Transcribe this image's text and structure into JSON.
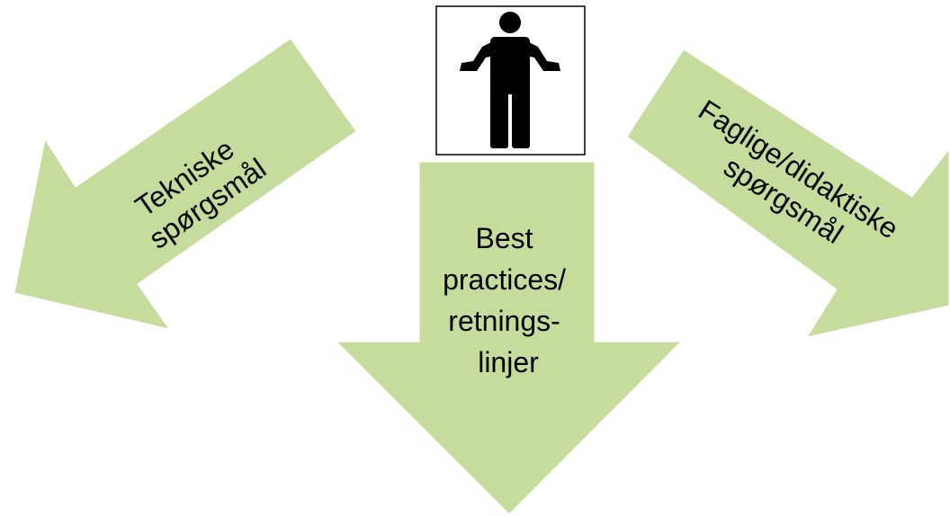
{
  "diagram": {
    "colors": {
      "arrow_fill": "#c5dc9d",
      "arrow_stroke": "#ffffff",
      "text": "#000000",
      "person": "#000000",
      "person_frame": "#000000"
    },
    "person": {
      "icon": "person-shrug-icon"
    },
    "arrows": {
      "left": {
        "line1": "Tekniske",
        "line2": "spørgsmål"
      },
      "center": {
        "line1": "Best",
        "line2": "practices/",
        "line3": "retnings-",
        "line4": "linjer"
      },
      "right": {
        "line1": "Faglige/didaktiske",
        "line2": "spørgsmål"
      }
    }
  }
}
